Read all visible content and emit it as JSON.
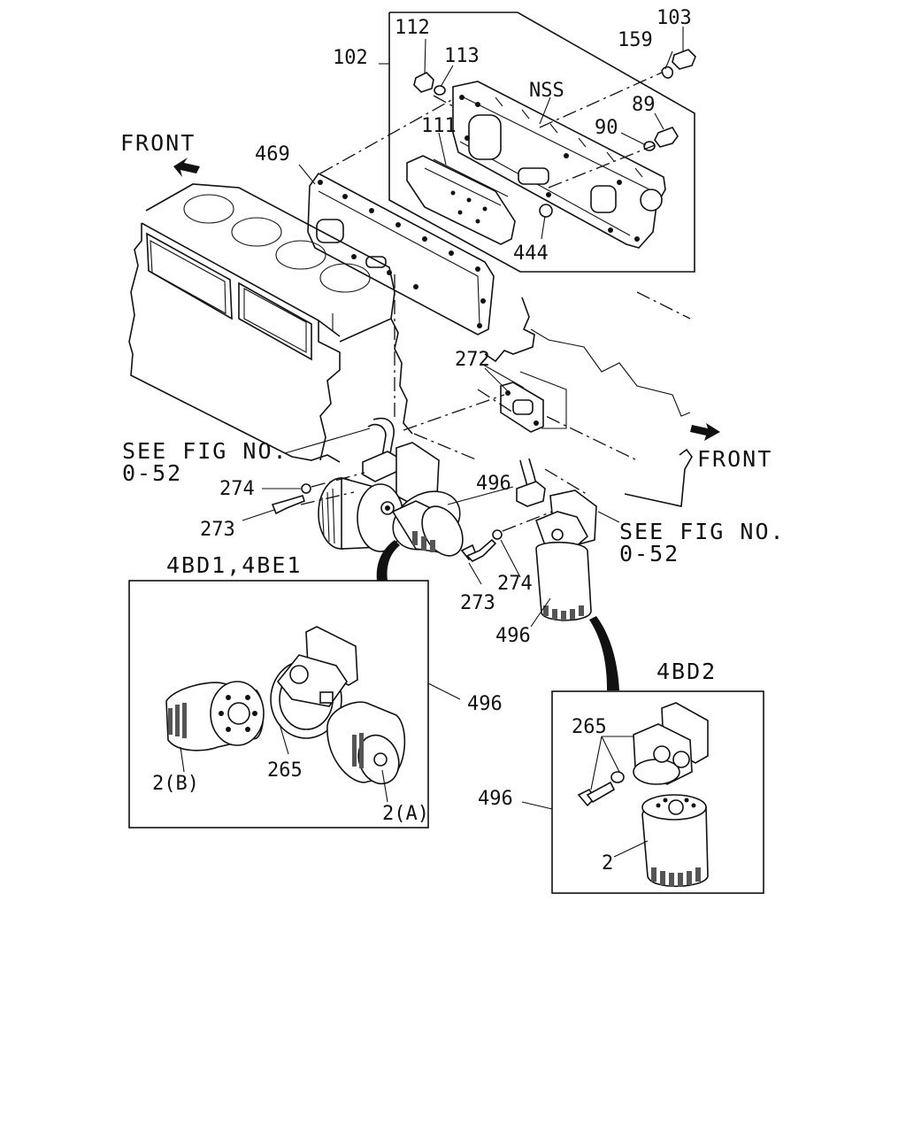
{
  "labels": {
    "l102": "102",
    "l103": "103",
    "l112": "112",
    "l113": "113",
    "l159": "159",
    "lnss": "NSS",
    "l89": "89",
    "l90": "90",
    "l111": "111",
    "l469": "469",
    "l444": "444",
    "l272": "272",
    "l496a": "496",
    "l274a": "274",
    "l273a": "273",
    "l274b": "274",
    "l273b": "273",
    "l496b": "496",
    "l496c": "496",
    "l265a": "265",
    "l2b": "2(B)",
    "l2a": "2(A)",
    "l265b": "265",
    "l496d": "496",
    "l2": "2"
  },
  "text": {
    "front1": "FRONT",
    "front2": "FRONT",
    "see1_line1": "SEE FIG NO.",
    "see1_line2": "0-52",
    "see2_line1": "SEE FIG NO.",
    "see2_line2": "0-52",
    "box1_title": "4BD1,4BE1",
    "box2_title": "4BD2"
  }
}
